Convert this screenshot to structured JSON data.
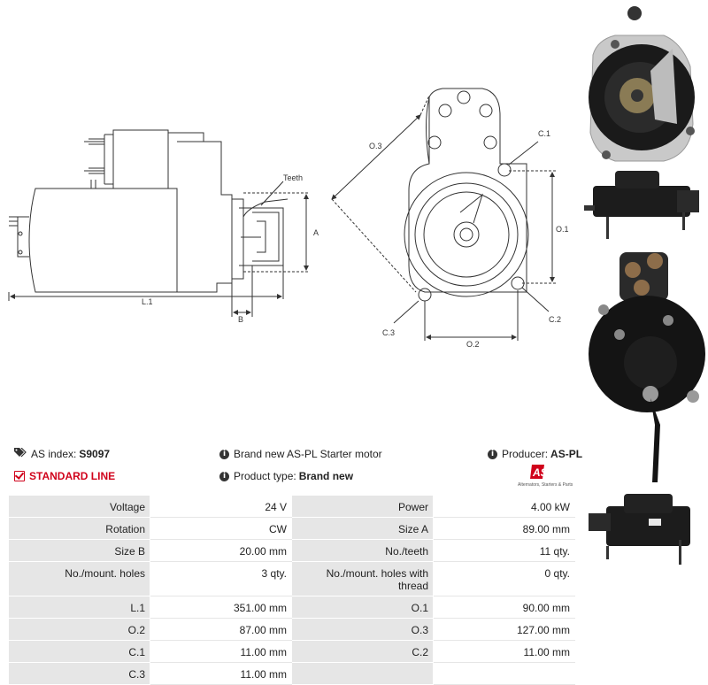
{
  "drawing": {
    "labels": {
      "teeth": "Teeth",
      "a": "A",
      "b": "B",
      "l1": "L.1",
      "o3": "O.3",
      "c1": "C.1",
      "o1": "O.1",
      "c2": "C.2",
      "c3": "C.3",
      "o2": "O.2"
    }
  },
  "header": {
    "as_index_label": "AS index:",
    "as_index_value": "S9097",
    "standard_line": "STANDARD LINE",
    "description": "Brand new AS-PL Starter motor",
    "product_type_label": "Product type:",
    "product_type_value": "Brand new",
    "producer_label": "Producer:",
    "producer_value": "AS-PL",
    "logo_text": "AS",
    "logo_tagline": "Alternators, Starters & Parts"
  },
  "specs": [
    [
      "Voltage",
      "24 V",
      "Power",
      "4.00 kW"
    ],
    [
      "Rotation",
      "CW",
      "Size A",
      "89.00 mm"
    ],
    [
      "Size B",
      "20.00 mm",
      "No./teeth",
      "11 qty."
    ],
    [
      "No./mount. holes",
      "3 qty.",
      "No./mount. holes with thread",
      "0 qty."
    ],
    [
      "L.1",
      "351.00 mm",
      "O.1",
      "90.00 mm"
    ],
    [
      "O.2",
      "87.00 mm",
      "O.3",
      "127.00 mm"
    ],
    [
      "C.1",
      "11.00 mm",
      "C.2",
      "11.00 mm"
    ],
    [
      "C.3",
      "11.00 mm",
      "",
      ""
    ]
  ],
  "icons": [
    "tag-icon",
    "checkbox-icon",
    "info-icon"
  ],
  "colors": {
    "accent": "#d0021b",
    "label_bg": "#e6e6e6",
    "text": "#222222"
  }
}
